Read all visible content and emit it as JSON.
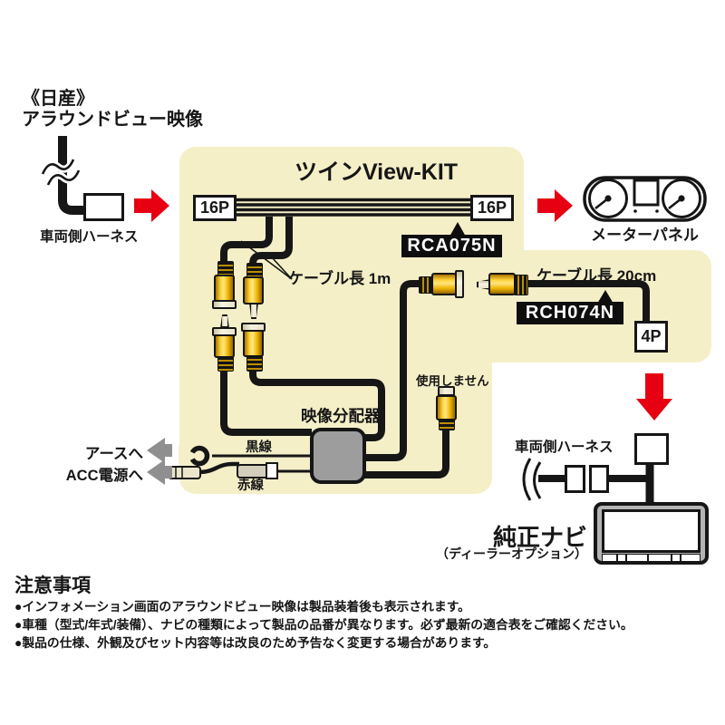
{
  "colors": {
    "panel_bg": "#f5efc8",
    "accent_red": "#e60012",
    "gray_arrow": "#8f8f8f",
    "distributor_gray": "#9d9d9d",
    "connector_yellow": "#f7c100",
    "line_black": "#161616"
  },
  "source": {
    "brand": "《日産》",
    "brand2": "アラウンドビュー映像",
    "harness": "車両側ハーネス"
  },
  "kit": {
    "title": "ツインView-KIT",
    "p16_left": "16P",
    "p16_right": "16P",
    "rca_tag": "RCA075N",
    "rch_tag": "RCH074N",
    "cable_1m": "ケーブル長 1m",
    "cable_20cm": "ケーブル長 20cm",
    "p4": "4P",
    "unused": "使用しません",
    "distributor": "映像分配器",
    "wire_black": "黒線",
    "wire_red": "赤線"
  },
  "power": {
    "earth": "アースへ",
    "acc": "ACC電源へ"
  },
  "meter": {
    "label": "メーターパネル"
  },
  "navi": {
    "harness": "車両側ハーネス",
    "title": "純正ナビ",
    "subtitle": "（ディーラーオプション）"
  },
  "notes": {
    "heading": "注意事項",
    "items": [
      "●インフォメーション画面のアラウンドビュー映像は製品装着後も表示されます。",
      "●車種（型式/年式/装備）、ナビの種類によって製品の品番が異なります。必ず最新の適合表をご確認ください。",
      "●製品の仕様、外観及びセット内容等は改良のため予告なく変更する場合があります。"
    ]
  }
}
